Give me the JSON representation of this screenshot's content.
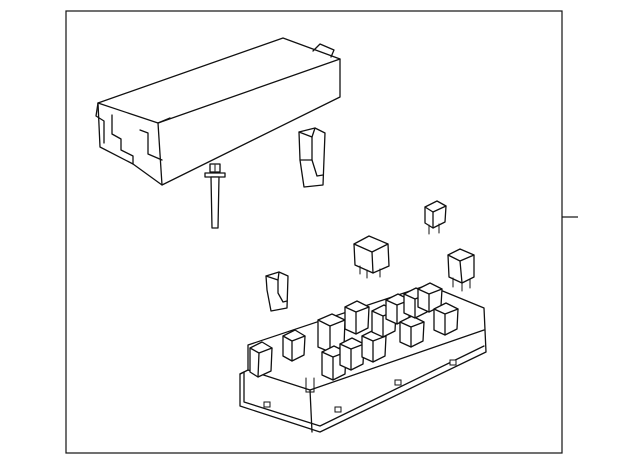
{
  "diagram": {
    "line_color": "#111111",
    "background": "#ffffff",
    "parts": [
      {
        "id": "cover",
        "icon": "fuse-box-cover-icon"
      },
      {
        "id": "bolt",
        "icon": "bolt-icon"
      },
      {
        "id": "fuse-puller-large",
        "icon": "fuse-puller-icon"
      },
      {
        "id": "fuse-puller-small",
        "icon": "fuse-puller-icon"
      },
      {
        "id": "relay-square",
        "icon": "relay-icon"
      },
      {
        "id": "mini-fuse",
        "icon": "fuse-icon"
      },
      {
        "id": "relay-small",
        "icon": "relay-icon"
      },
      {
        "id": "fuse-block",
        "icon": "fuse-block-icon"
      }
    ]
  }
}
